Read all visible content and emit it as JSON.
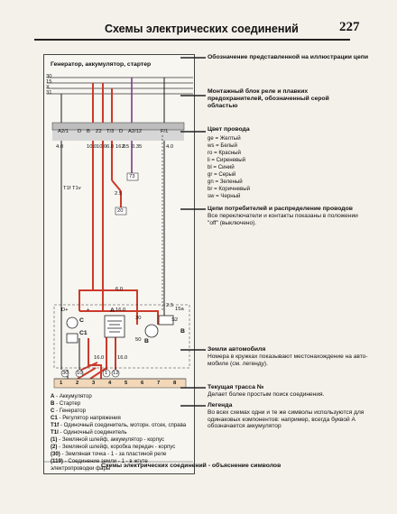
{
  "header": {
    "title": "Схемы электрических соединений",
    "page_number": "227"
  },
  "diagram": {
    "title": "Генератор, аккумулятор, стартер",
    "left_markers": [
      "30",
      "15",
      "X",
      "31"
    ],
    "fuse_labels": [
      "A2/1",
      "D",
      "B",
      "Z2",
      "T/3",
      "D",
      "A2/12",
      "F/1"
    ],
    "wire_sizes": [
      "4.0",
      "10.0",
      "10.0",
      "6.0",
      "16.0",
      "2.5",
      "0.35",
      "4.0",
      "2.5",
      "6.0",
      "16.0",
      "2.5",
      "16.0",
      "16.0"
    ],
    "components": {
      "c": "C",
      "c1": "C1",
      "a": "A",
      "b": "B",
      "b2": "B",
      "d_plus": "D+",
      "plus": "+",
      "t1f": "T1f",
      "t1v": "T1v",
      "conn_73": "73",
      "conn_20": "20",
      "term_30": "30",
      "term_50": "50",
      "term_15a": "15a",
      "s2": "S2"
    },
    "tracks": [
      "1",
      "2",
      "3",
      "4",
      "5",
      "6",
      "7",
      "8"
    ],
    "ground_labels": [
      "30",
      "10",
      "1",
      "12"
    ]
  },
  "annotations": {
    "a1": {
      "title": "Обозначение представленной на иллюстрации цепи"
    },
    "a2": {
      "title": "Монтажный блок реле и плавких предохранителей, обозначенный серой областью"
    },
    "a3": {
      "title": "Цвет провода",
      "colors": [
        "ge = Желтый",
        "ws = Белый",
        "ro = Красный",
        "li = Сиреневый",
        "bl = Синий",
        "gr = Серый",
        "gn = Зеленый",
        "br = Коричневый",
        "sw = Черный"
      ]
    },
    "a4": {
      "title": "Цепи потребителей и распределение проводов",
      "text": "Все переключатели и контакты показаны в положении \"off\" (выключено)."
    },
    "a5": {
      "title": "Земли автомобиля",
      "text": "Номера в кружках показывают местонахождение на авто-мобиле (см. легенду)."
    },
    "a6": {
      "title": "Текущая трасса №",
      "text": "Делает более простым поиск соединения."
    },
    "a7": {
      "title": "Легенда",
      "text": "Во всех схемах одни и те же символы используются для одинаковых компонентов: например, всегда буквой А обозначается аккумулятор"
    }
  },
  "legend": {
    "items": [
      {
        "code": "A",
        "text": "Аккумулятор"
      },
      {
        "code": "B",
        "text": "Стартер"
      },
      {
        "code": "C",
        "text": "Генератор"
      },
      {
        "code": "C1",
        "text": "Регулятор напряжения"
      },
      {
        "code": "T1f",
        "text": "Одиночный соединитель, моторн. отсек, справа"
      },
      {
        "code": "T1l",
        "text": "Одиночный соединитель"
      },
      {
        "code": "(1)",
        "text": "Земляной шлейф, аккумулятор - корпус"
      },
      {
        "code": "(2)",
        "text": "Земляной шлейф, коробка передач - корпус"
      },
      {
        "code": "(30)",
        "text": "Земляная точка - 1 - за пластиной реле"
      },
      {
        "code": "(119)",
        "text": "Соединение земли - 1 - в жгуте электропроводки фары"
      }
    ]
  },
  "footer": {
    "caption": "Схемы электрических соединений - объяснение символов"
  },
  "colors": {
    "wire_red": "#cc3a2b",
    "wire_purple": "#7b3f8c",
    "wire_black": "#1a1a1a",
    "relay_block_gray": "#d6d6d6",
    "track_highlight": "#f2d8b8"
  }
}
